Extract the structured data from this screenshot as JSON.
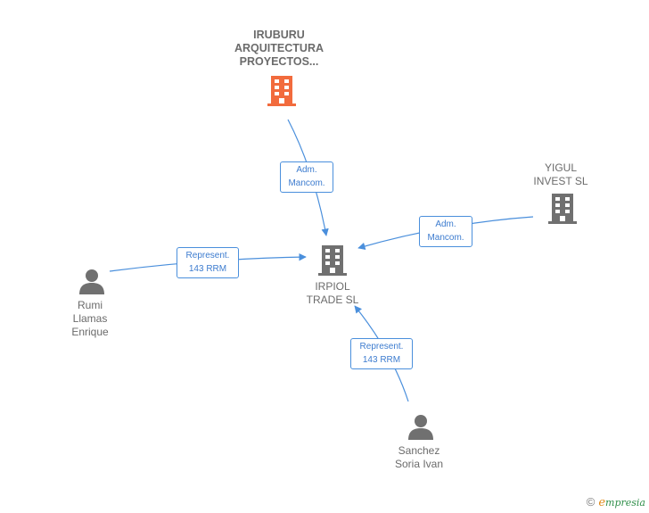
{
  "nodes": {
    "iruburu": {
      "lines": [
        "IRUBURU",
        "ARQUITECTURA",
        "PROYECTOS..."
      ],
      "color": "#f26b3d"
    },
    "yigul": {
      "lines": [
        "YIGUL",
        "INVEST  SL"
      ],
      "color": "#707070"
    },
    "irpiol": {
      "lines": [
        "IRPIOL",
        "TRADE  SL"
      ],
      "color": "#707070"
    },
    "rumi": {
      "lines": [
        "Rumi",
        "Llamas",
        "Enrique"
      ],
      "color": "#707070"
    },
    "sanchez": {
      "lines": [
        "Sanchez",
        "Soria Ivan"
      ],
      "color": "#707070"
    }
  },
  "edges": {
    "iruburu_irpiol": {
      "lines": [
        "Adm.",
        "Mancom."
      ]
    },
    "yigul_irpiol": {
      "lines": [
        "Adm.",
        "Mancom."
      ]
    },
    "rumi_irpiol": {
      "lines": [
        "Represent.",
        "143 RRM"
      ]
    },
    "sanchez_irpiol": {
      "lines": [
        "Represent.",
        "143 RRM"
      ]
    }
  },
  "colors": {
    "edge": "#4a8fdc",
    "highlight": "#f26b3d",
    "icon": "#707070"
  },
  "footer": {
    "copyright": "©",
    "brand_e": "e",
    "brand_rest": "mpresia"
  }
}
